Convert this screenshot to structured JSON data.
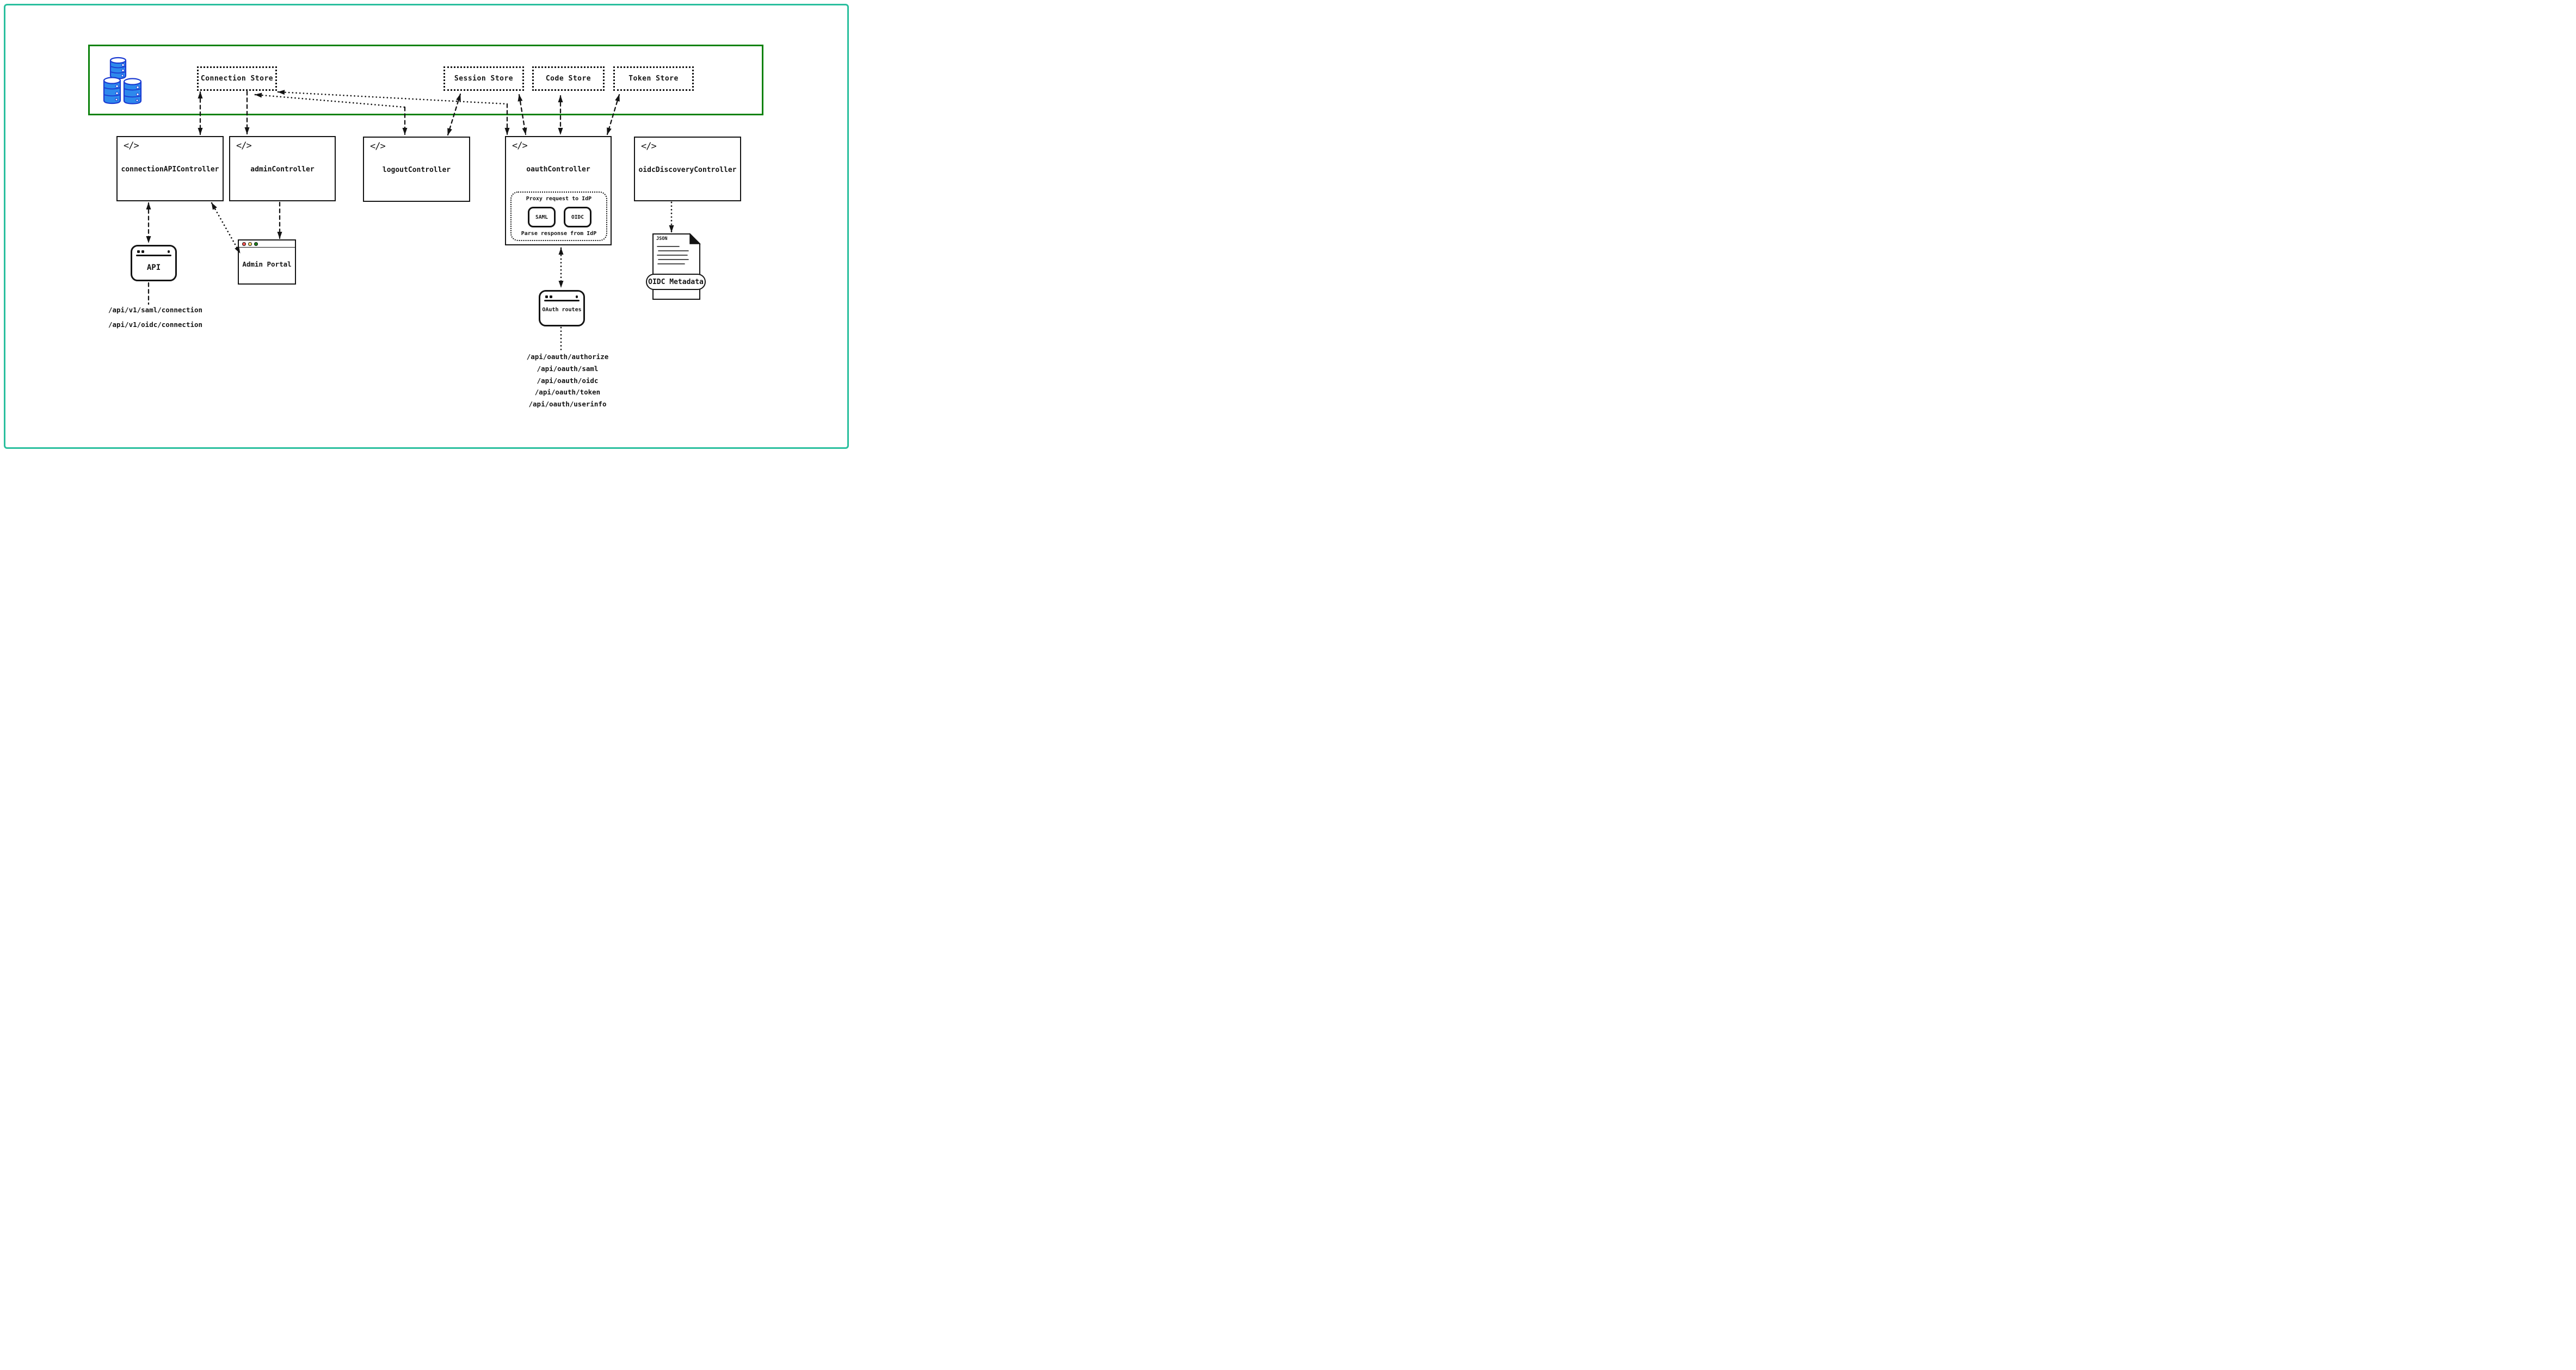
{
  "diagram": {
    "storage_layer": {
      "stores": [
        {
          "label": "Connection Store"
        },
        {
          "label": "Session Store"
        },
        {
          "label": "Code Store"
        },
        {
          "label": "Token Store"
        }
      ]
    },
    "controllers": [
      {
        "label": "connectionAPIController"
      },
      {
        "label": "adminController"
      },
      {
        "label": "logoutController"
      },
      {
        "label": "oauthController",
        "proxy": {
          "line1": "Proxy request to IdP",
          "line2": "Parse response from IdP",
          "protocols": [
            {
              "label": "SAML"
            },
            {
              "label": "OIDC"
            }
          ]
        }
      },
      {
        "label": "oidcDiscoveryController"
      }
    ],
    "clients": {
      "api": {
        "label": "API",
        "endpoints": [
          "/api/v1/saml/connection",
          "/api/v1/oidc/connection"
        ]
      },
      "admin_portal": {
        "label": "Admin Portal"
      },
      "oauth_routes": {
        "label": "OAuth routes",
        "endpoints": [
          "/api/oauth/authorize",
          "/api/oauth/saml",
          "/api/oauth/oidc",
          "/api/oauth/token",
          "/api/oauth/userinfo"
        ]
      },
      "oidc_metadata": {
        "file_label": "JSON",
        "label": "OIDC Metadata"
      }
    },
    "colors": {
      "frame_teal": "#2ABF9E",
      "storage_green": "#0B820B",
      "ink": "#141414",
      "database_fill": "#2E89EC",
      "database_stroke": "#1B3BD2",
      "traffic_red": "#EF5350",
      "traffic_yellow": "#F7D468",
      "traffic_green": "#1D801D"
    }
  }
}
